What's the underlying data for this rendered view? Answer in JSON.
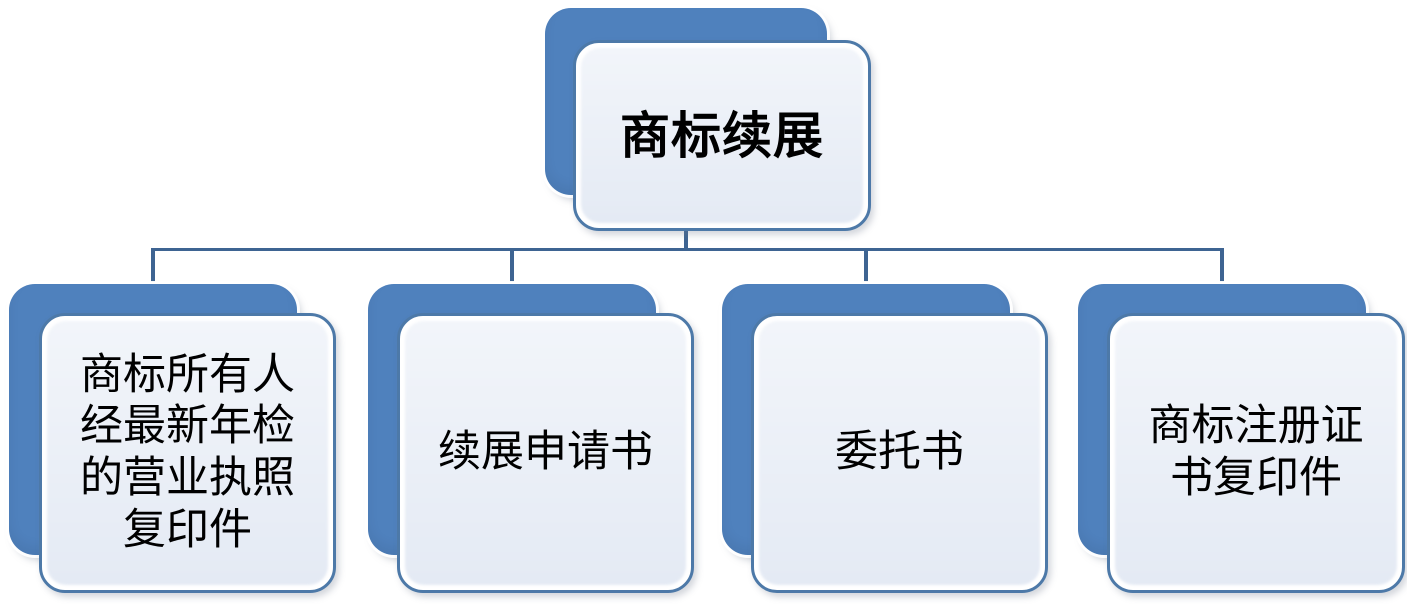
{
  "diagram": {
    "type": "org-chart",
    "root": {
      "label": "商标续展",
      "lines": [
        "商标续展"
      ]
    },
    "children": [
      {
        "label": "商标所有人经最新年检的营业执照复印件",
        "lines": [
          "商标所有人",
          "经最新年检",
          "的营业执照",
          "复印件"
        ]
      },
      {
        "label": "续展申请书",
        "lines": [
          "续展申请书"
        ]
      },
      {
        "label": "委托书",
        "lines": [
          "委托书"
        ]
      },
      {
        "label": "商标注册证书复印件",
        "lines": [
          "商标注册证",
          "书复印件"
        ]
      }
    ],
    "colors": {
      "back_box": "#4f81bd",
      "front_border": "#4d79a8",
      "front_fill_top": "#f2f5fa",
      "front_fill_bottom": "#e4eaf4",
      "connector": "#3e6492",
      "text": "#000000",
      "page_bg": "#ffffff"
    }
  }
}
